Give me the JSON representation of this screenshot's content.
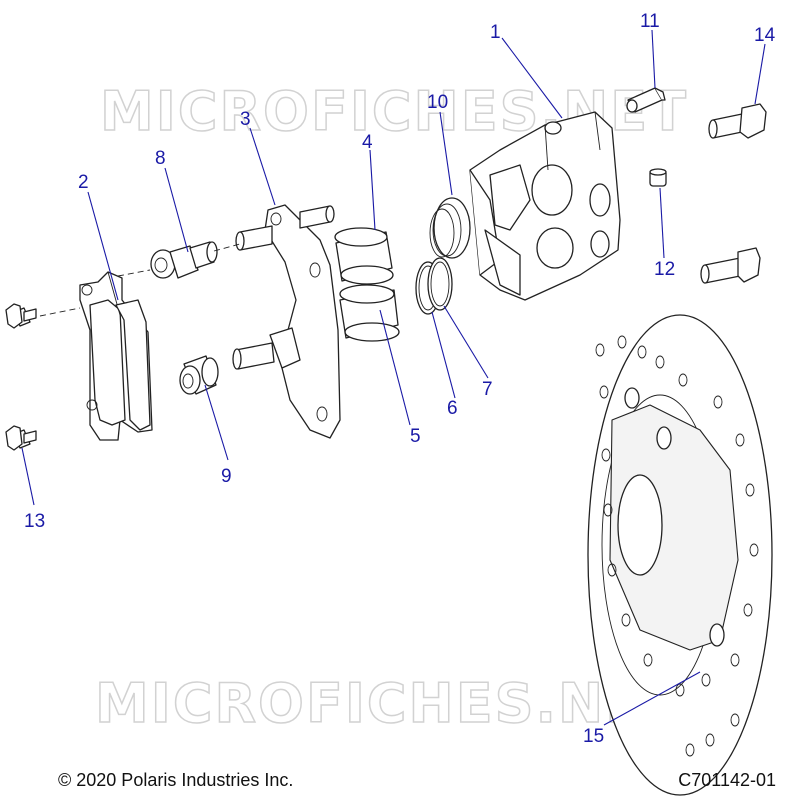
{
  "watermark": "MICROFICHES.NET",
  "copyright": "© 2020 Polaris Industries Inc.",
  "diagram_id": "C701142-01",
  "labels": [
    "1",
    "2",
    "3",
    "4",
    "5",
    "6",
    "7",
    "8",
    "9",
    "10",
    "11",
    "12",
    "13",
    "14",
    "15"
  ]
}
